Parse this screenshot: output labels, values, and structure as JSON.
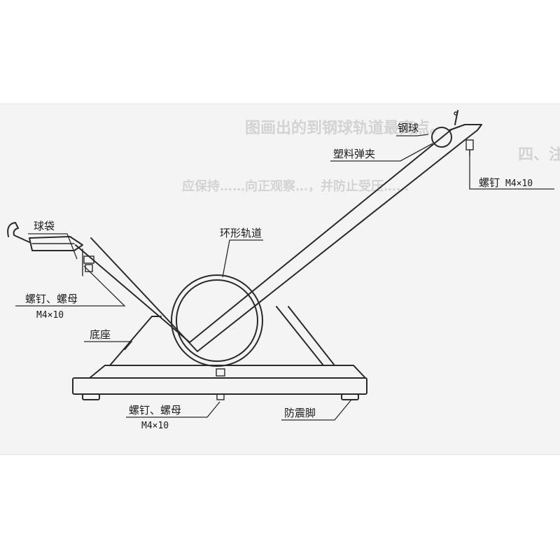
{
  "background_text": {
    "line1": "图画出的到钢球轨道最高点。",
    "line2": "四、注",
    "line3": "应保持……向正观察…，并防止受压……"
  },
  "labels": {
    "steel_ball": "钢球",
    "plastic_clip": "塑料弹夹",
    "top_screw": "螺钉",
    "top_screw_spec": "M4×10",
    "ball_bag": "球袋",
    "left_screw_nut": "螺钉、螺母",
    "left_screw_nut_spec": "M4×10",
    "loop_track": "环形轨道",
    "base": "底座",
    "bottom_screw_nut": "螺钉、螺母",
    "bottom_screw_nut_spec": "M4×10",
    "anti_vibration_feet": "防震脚"
  }
}
